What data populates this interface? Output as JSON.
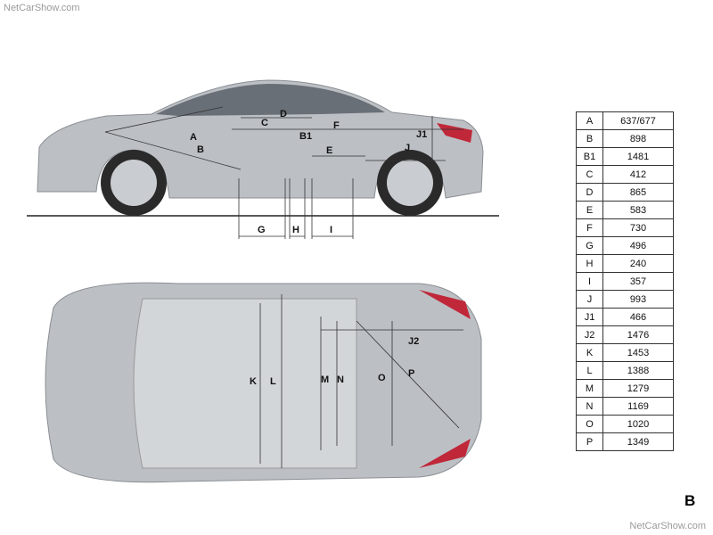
{
  "watermark": "NetCarShow.com",
  "view_label": "B",
  "side_view_labels": [
    "A",
    "B",
    "B1",
    "C",
    "D",
    "E",
    "F",
    "J",
    "J1",
    "G",
    "H",
    "I"
  ],
  "top_view_labels": [
    "J2",
    "P",
    "O",
    "K",
    "L",
    "M",
    "N"
  ],
  "dimensions": [
    {
      "key": "A",
      "value": "637/677"
    },
    {
      "key": "B",
      "value": "898"
    },
    {
      "key": "B1",
      "value": "1481"
    },
    {
      "key": "C",
      "value": "412"
    },
    {
      "key": "D",
      "value": "865"
    },
    {
      "key": "E",
      "value": "583"
    },
    {
      "key": "F",
      "value": "730"
    },
    {
      "key": "G",
      "value": "496"
    },
    {
      "key": "H",
      "value": "240"
    },
    {
      "key": "I",
      "value": "357"
    },
    {
      "key": "J",
      "value": "993"
    },
    {
      "key": "J1",
      "value": "466"
    },
    {
      "key": "J2",
      "value": "1476"
    },
    {
      "key": "K",
      "value": "1453"
    },
    {
      "key": "L",
      "value": "1388"
    },
    {
      "key": "M",
      "value": "1279"
    },
    {
      "key": "N",
      "value": "1169"
    },
    {
      "key": "O",
      "value": "1020"
    },
    {
      "key": "P",
      "value": "1349"
    }
  ],
  "colors": {
    "body": "#b9bdc2",
    "glass": "#4a4f55",
    "tail": "#c0283a"
  }
}
